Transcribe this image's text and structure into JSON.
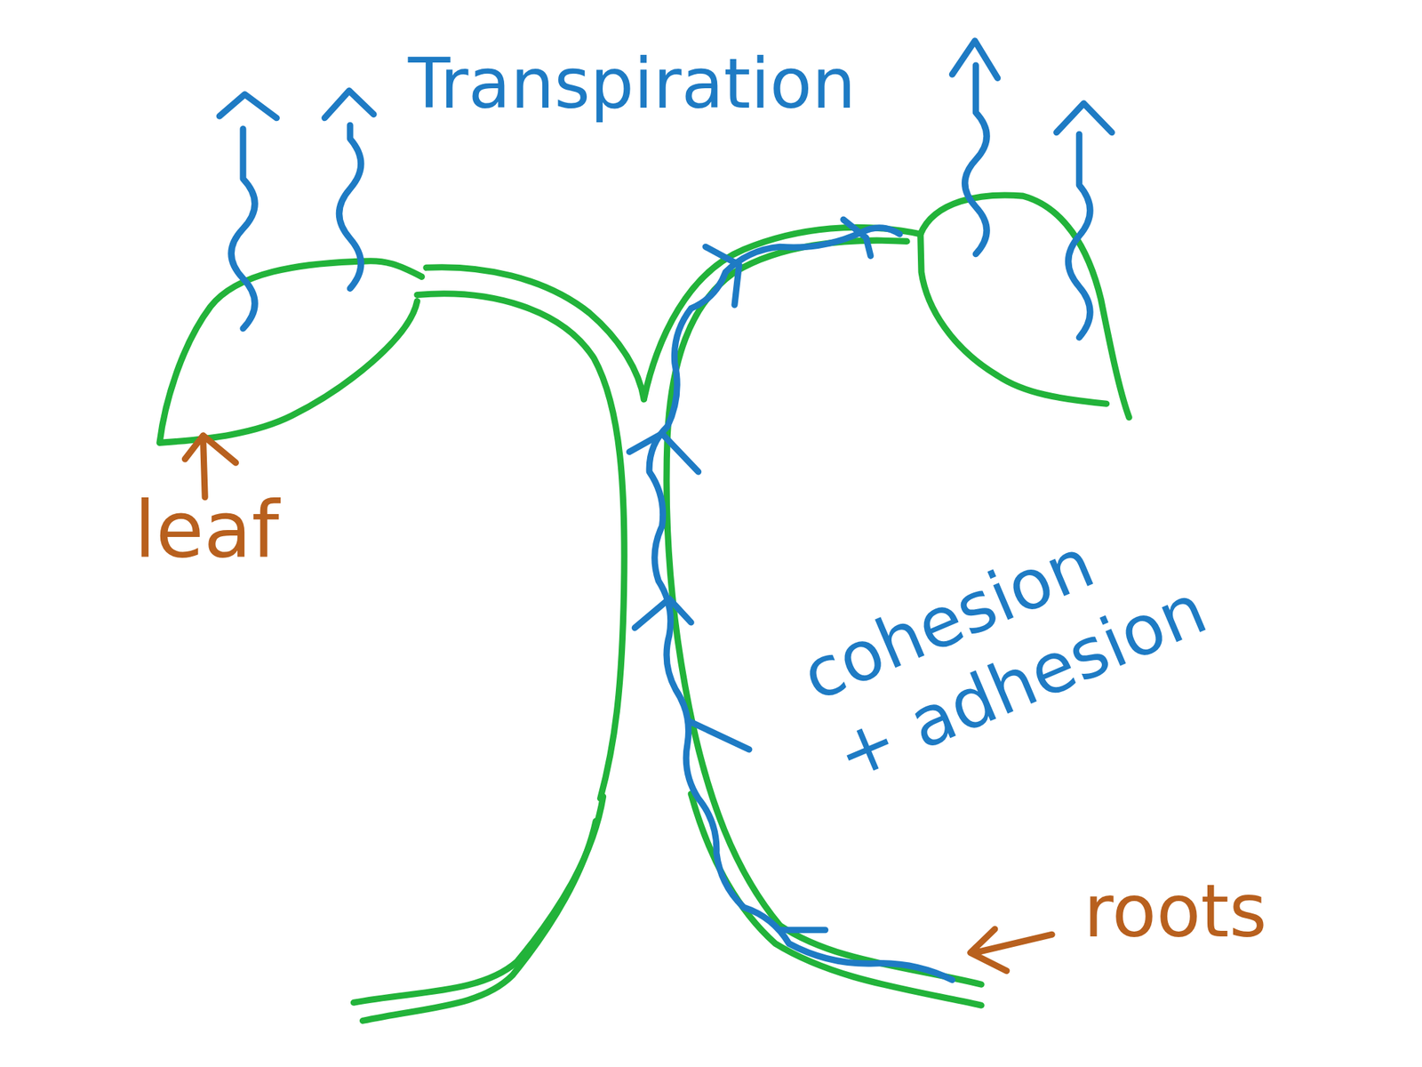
{
  "diagram": {
    "labels": [
      "Transpiration",
      "leaf",
      "cohesion + adhesion",
      "roots"
    ]
  }
}
